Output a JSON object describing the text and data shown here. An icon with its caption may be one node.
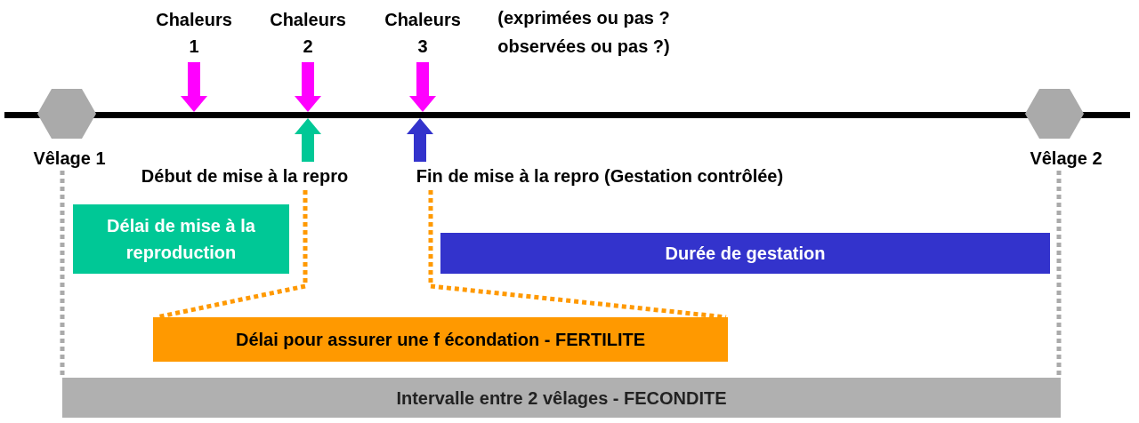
{
  "diagram": {
    "nodes": [
      {
        "text": [
          "Chaleurs 1"
        ]
      },
      {
        "text": [
          "Chaleurs 2"
        ]
      },
      {
        "text": [
          "Chaleurs 3"
        ]
      },
      {
        "text": [
          "Vêlage 1"
        ]
      },
      {
        "text": [
          "Vêlage 2"
        ]
      },
      {
        "text": [
          "Début de mise à la repro"
        ]
      },
      {
        "text": [
          "Fin de mise à la repro (Gestation contrôlée)"
        ]
      },
      {
        "text": [
          "Délai de mise à la reproduction"
        ]
      },
      {
        "text": [
          "Durée de gestation"
        ]
      },
      {
        "text": [
          "Délai pour assurer une f écondation - FERTILITE"
        ]
      },
      {
        "text": [
          "Intervalle entre 2 vêlages - FECONDITE"
        ]
      },
      {
        "text": [],
        "shape": "bar"
      }
    ],
    "edges": [
      {
        "from": 0,
        "to": 11,
        "arrow": "to",
        "color": "#ff00ff"
      },
      {
        "from": 1,
        "to": 11,
        "arrow": "to",
        "color": "#ff00ff"
      },
      {
        "from": 2,
        "to": 11,
        "arrow": "to",
        "color": "#ff00ff"
      },
      {
        "from": 5,
        "to": 11,
        "arrow": "to",
        "color": "#00c896"
      },
      {
        "from": 6,
        "to": 11,
        "arrow": "to",
        "color": "#3333cc"
      },
      {
        "from": 5,
        "to": 9,
        "arrow": "none",
        "style": "dashed",
        "color": "#ff9900"
      },
      {
        "from": 6,
        "to": 9,
        "arrow": "none",
        "style": "dashed",
        "color": "#ff9900"
      },
      {
        "from": 3,
        "to": 10,
        "arrow": "none",
        "style": "dashed",
        "color": "#aaaaaa"
      },
      {
        "from": 4,
        "to": 10,
        "arrow": "none",
        "style": "dashed",
        "color": "#aaaaaa"
      }
    ],
    "labels": [
      "(exprimées ou pas ? observées ou pas ?)"
    ]
  }
}
